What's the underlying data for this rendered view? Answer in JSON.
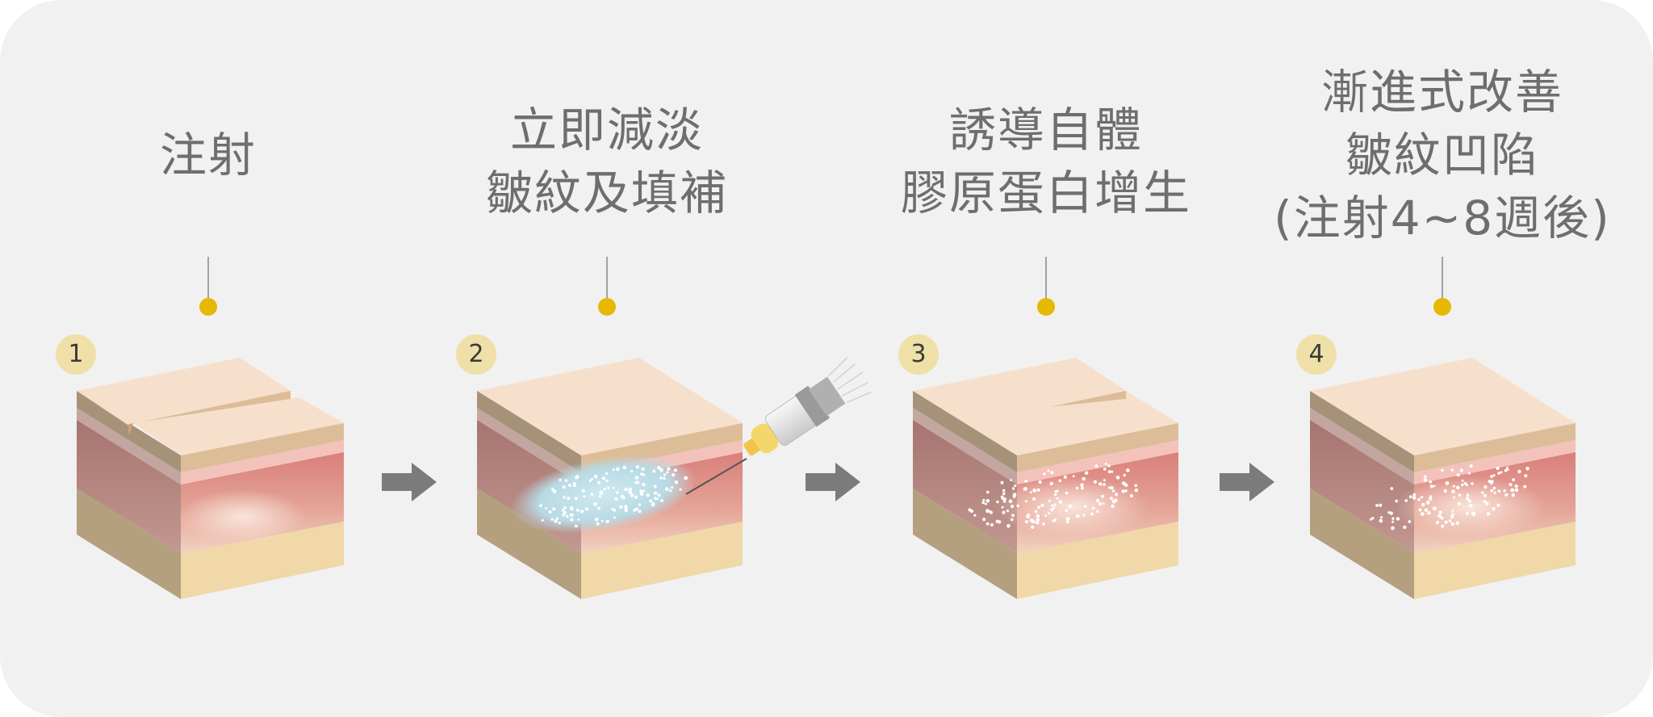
{
  "steps": [
    {
      "number": "1",
      "title_lines": [
        "注射"
      ]
    },
    {
      "number": "2",
      "title_lines": [
        "立即減淡",
        "皺紋及填補"
      ]
    },
    {
      "number": "3",
      "title_lines": [
        "誘導自體",
        "膠原蛋白增生"
      ]
    },
    {
      "number": "4",
      "title_lines": [
        "漸進式改善",
        "皺紋凹陷",
        "(注射4~8週後)"
      ]
    }
  ],
  "colors": {
    "background": "#f1f1f1",
    "title_text": "#6e6e6e",
    "marker_dot": "#e6b800",
    "badge": "#efe0a8",
    "arrow": "#7b7b7b",
    "skin_top": "#f6e0cc",
    "skin_edge": "#dcbd98",
    "dermis": "#d98c80",
    "fat_layer": "#f0d8a8",
    "gel": "#b9dbe4"
  }
}
